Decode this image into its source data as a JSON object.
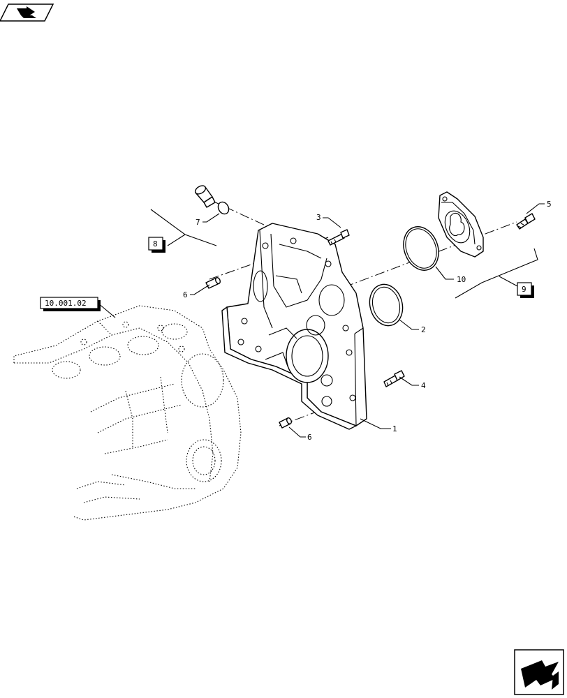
{
  "diagram": {
    "reference_label": "10.001.02",
    "callouts": [
      {
        "id": "c1",
        "label": "1"
      },
      {
        "id": "c2",
        "label": "2"
      },
      {
        "id": "c3",
        "label": "3"
      },
      {
        "id": "c4",
        "label": "4"
      },
      {
        "id": "c5",
        "label": "5"
      },
      {
        "id": "c6a",
        "label": "6"
      },
      {
        "id": "c6b",
        "label": "6"
      },
      {
        "id": "c7",
        "label": "7"
      },
      {
        "id": "c8",
        "label": "8"
      },
      {
        "id": "c9",
        "label": "9"
      },
      {
        "id": "c10",
        "label": "10"
      }
    ]
  },
  "icons": {
    "top_left": "book-arrow-icon",
    "bottom_right": "next-page-arrow-icon"
  }
}
